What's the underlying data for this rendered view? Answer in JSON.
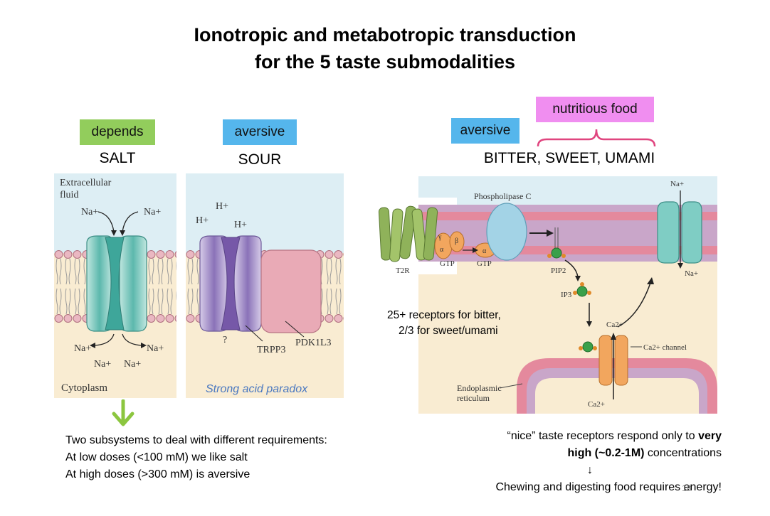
{
  "title": {
    "line1": "Ionotropic and metabotropic transduction",
    "line2": "for the 5 taste submodalities"
  },
  "tags": {
    "salt": "depends",
    "sour": "aversive",
    "bitter": "aversive",
    "nutritious": "nutritious food"
  },
  "headings": {
    "salt": "SALT",
    "sour": "SOUR",
    "bsu": "BITTER, SWEET, UMAMI"
  },
  "salt_panel": {
    "extracellular_1": "Extracellular",
    "extracellular_2": "fluid",
    "na_top_left": "Na+",
    "na_top_right": "Na+",
    "na_bot_1": "Na+",
    "na_bot_2": "Na+",
    "na_bot_3": "Na+",
    "na_bot_4": "Na+",
    "cytoplasm": "Cytoplasm"
  },
  "sour_panel": {
    "h1": "H+",
    "h2": "H+",
    "h3": "H+",
    "question": "?",
    "trpp3": "TRPP3",
    "pdk": "PDK1L3",
    "paradox": "Strong acid paradox"
  },
  "bsu_panel": {
    "na_top": "Na+",
    "na_mid": "Na+",
    "plc": "Phospholipase C",
    "t2r": "T2R",
    "gamma": "γ",
    "beta": "β",
    "alpha1": "α",
    "alpha2": "α",
    "gtp1": "GTP",
    "gtp2": "GTP",
    "pip2": "PIP2",
    "ip3": "IP3",
    "ca1": "Ca2+",
    "ca_channel": "Ca2+ channel",
    "ca2": "Ca2+",
    "er1": "Endoplasmic",
    "er2": "reticulum",
    "receptors1": "25+ receptors for bitter,",
    "receptors2": "2/3 for sweet/umami"
  },
  "salt_note": {
    "l1": "Two subsystems to deal with different requirements:",
    "l2": "At low doses (<100 mM) we like salt",
    "l3": "At high doses (>300 mM) is aversive"
  },
  "nice_note": {
    "l1a": "“nice” taste receptors respond only to ",
    "l1b": "very",
    "l2a": "high (~0.2-1M)",
    "l2b": " concentrations",
    "arrow": "↓",
    "l3": "Chewing and digesting food requires energy!"
  },
  "page_number": "18",
  "colors": {
    "extracellular": "#ddeef4",
    "cytoplasm": "#f9ecd2",
    "channel_teal": "#7fcdc4",
    "channel_purple": "#a994cc",
    "pdk_pink": "#e9aab6",
    "t2r_green": "#8fb25a",
    "g_orange": "#f2a65e",
    "plc_blue": "#a3d3e6",
    "membrane_mauve": "#c9a6c9",
    "down_arrow_green": "#8cc63f"
  }
}
